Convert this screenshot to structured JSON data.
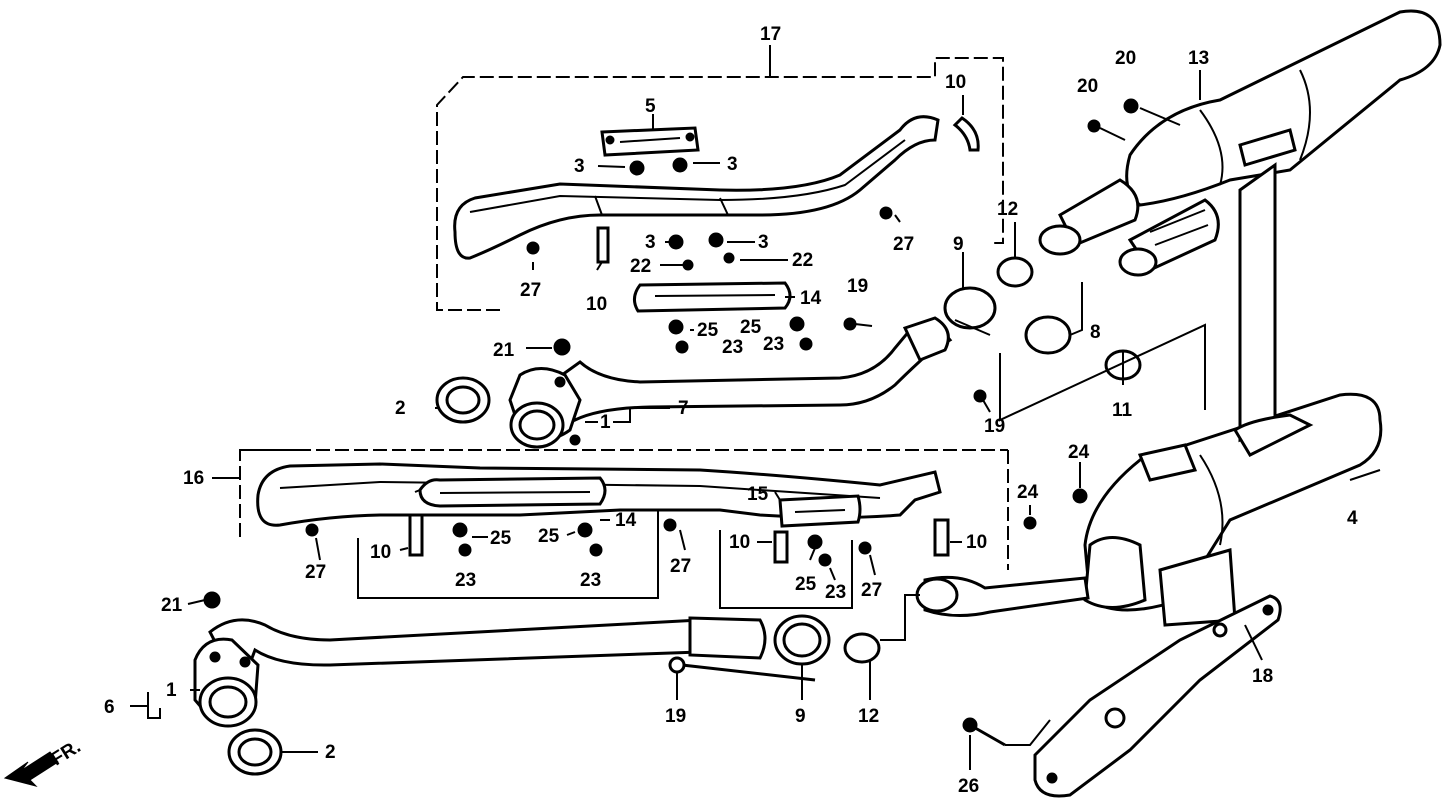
{
  "callouts": {
    "c1a": "1",
    "c1b": "1",
    "c2a": "2",
    "c2b": "2",
    "c3a": "3",
    "c3b": "3",
    "c3c": "3",
    "c3d": "3",
    "c4": "4",
    "c5": "5",
    "c6": "6",
    "c7": "7",
    "c8": "8",
    "c9a": "9",
    "c9b": "9",
    "c10a": "10",
    "c10b": "10",
    "c10c": "10",
    "c10d": "10",
    "c10e": "10",
    "c11": "11",
    "c12a": "12",
    "c12b": "12",
    "c13": "13",
    "c14a": "14",
    "c14b": "14",
    "c15": "15",
    "c16": "16",
    "c17": "17",
    "c18": "18",
    "c19a": "19",
    "c19b": "19",
    "c19c": "19",
    "c20a": "20",
    "c20b": "20",
    "c21a": "21",
    "c21b": "21",
    "c22a": "22",
    "c22b": "22",
    "c23a": "23",
    "c23b": "23",
    "c23c": "23",
    "c23d": "23",
    "c23e": "23",
    "c24a": "24",
    "c24b": "24",
    "c25a": "25",
    "c25b": "25",
    "c25c": "25",
    "c25d": "25",
    "c25e": "25",
    "c26": "26",
    "c27a": "27",
    "c27b": "27",
    "c27c": "27",
    "c27d": "27",
    "c27e": "27"
  },
  "direction": {
    "label": "FR."
  }
}
